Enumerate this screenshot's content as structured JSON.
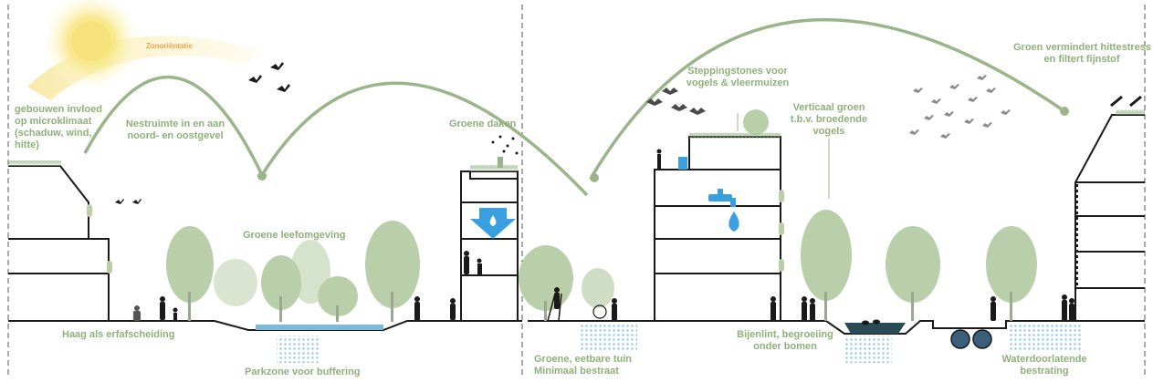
{
  "labels": {
    "sun_orientation": "Zonoriëntatie",
    "buildings_influence": [
      "gebouwen invloed",
      "op microklimaat",
      "(schaduw, wind,",
      "hitte)"
    ],
    "nesting_space": [
      "Nestruimte in en aan",
      "noord- en oostgevel"
    ],
    "green_living": "Groene leefomgeving",
    "green_roofs": "Groene daken",
    "hedge": "Haag als erfafscheiding",
    "park_zone": "Parkzone voor buffering",
    "stepping_stones": [
      "Steppingstones voor",
      "vogels & vleermuizen"
    ],
    "vertical_green": [
      "Verticaal groen",
      "t.b.v. broedende",
      "vogels"
    ],
    "green_reduces": [
      "Groen vermindert hittestress",
      "en filtert fijnstof"
    ],
    "edible_garden": [
      "Groene, eetbare tuin",
      "Minimaal bestraat"
    ],
    "bee_strip": [
      "Bijenlint, begroeiing",
      "onder bomen"
    ],
    "permeable_paving": [
      "Waterdoorlatende",
      "bestrating"
    ]
  },
  "colors": {
    "label_green": "#8fb07a",
    "arc_green": "#9bb58a",
    "tree_green": "#b9cfaa",
    "water_blue": "#3a9fe0",
    "sun_yellow": "#f6e27a",
    "orange_text": "#f0a24a",
    "line_black": "#1a1a1a"
  },
  "icons": [
    "sun-icon",
    "bird-icon",
    "bat-icon",
    "water-tap-icon",
    "water-drop-icon",
    "rain-barrel-icon",
    "infiltration-arrow-icon",
    "drain-pipe-icon"
  ]
}
